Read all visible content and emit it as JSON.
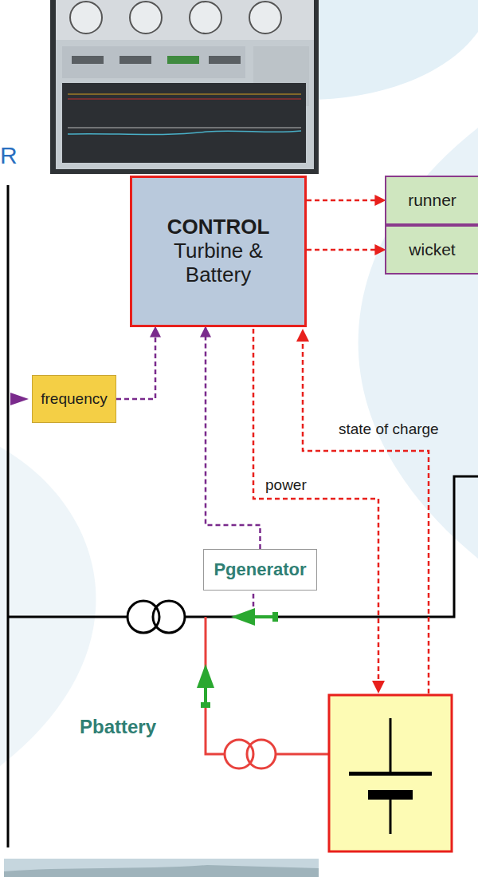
{
  "diagram": {
    "nodes": [
      {
        "text": [
          "CONTROL",
          "Turbine & Battery"
        ]
      },
      {
        "text": [
          "runner"
        ]
      },
      {
        "text": [
          "wicket"
        ]
      },
      {
        "text": [
          "frequency"
        ]
      },
      {
        "text": [
          "Pgenerator"
        ]
      }
    ],
    "edges": [
      {
        "from": 0,
        "to": 1,
        "arrow": "to"
      },
      {
        "from": 0,
        "to": 2,
        "arrow": "to"
      },
      {
        "from": 3,
        "to": 0,
        "arrow": "to"
      },
      {
        "from": 4,
        "to": 0,
        "arrow": "to"
      }
    ],
    "labels": [
      "R",
      "state of charge",
      "power",
      "Pbattery"
    ]
  }
}
